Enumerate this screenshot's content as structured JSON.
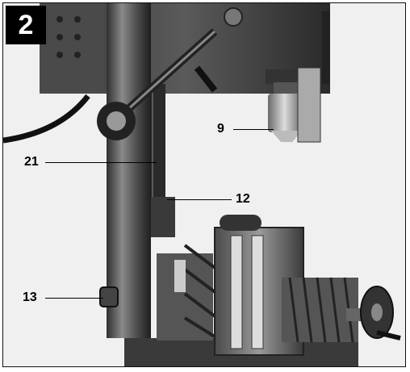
{
  "figure": {
    "number": "2"
  },
  "callouts": [
    {
      "id": "c9",
      "label": "9"
    },
    {
      "id": "c21",
      "label": "21"
    },
    {
      "id": "c12",
      "label": "12"
    },
    {
      "id": "c13",
      "label": "13"
    }
  ],
  "colors": {
    "badge_bg": "#000000",
    "badge_text": "#ffffff",
    "frame": "#111111"
  }
}
